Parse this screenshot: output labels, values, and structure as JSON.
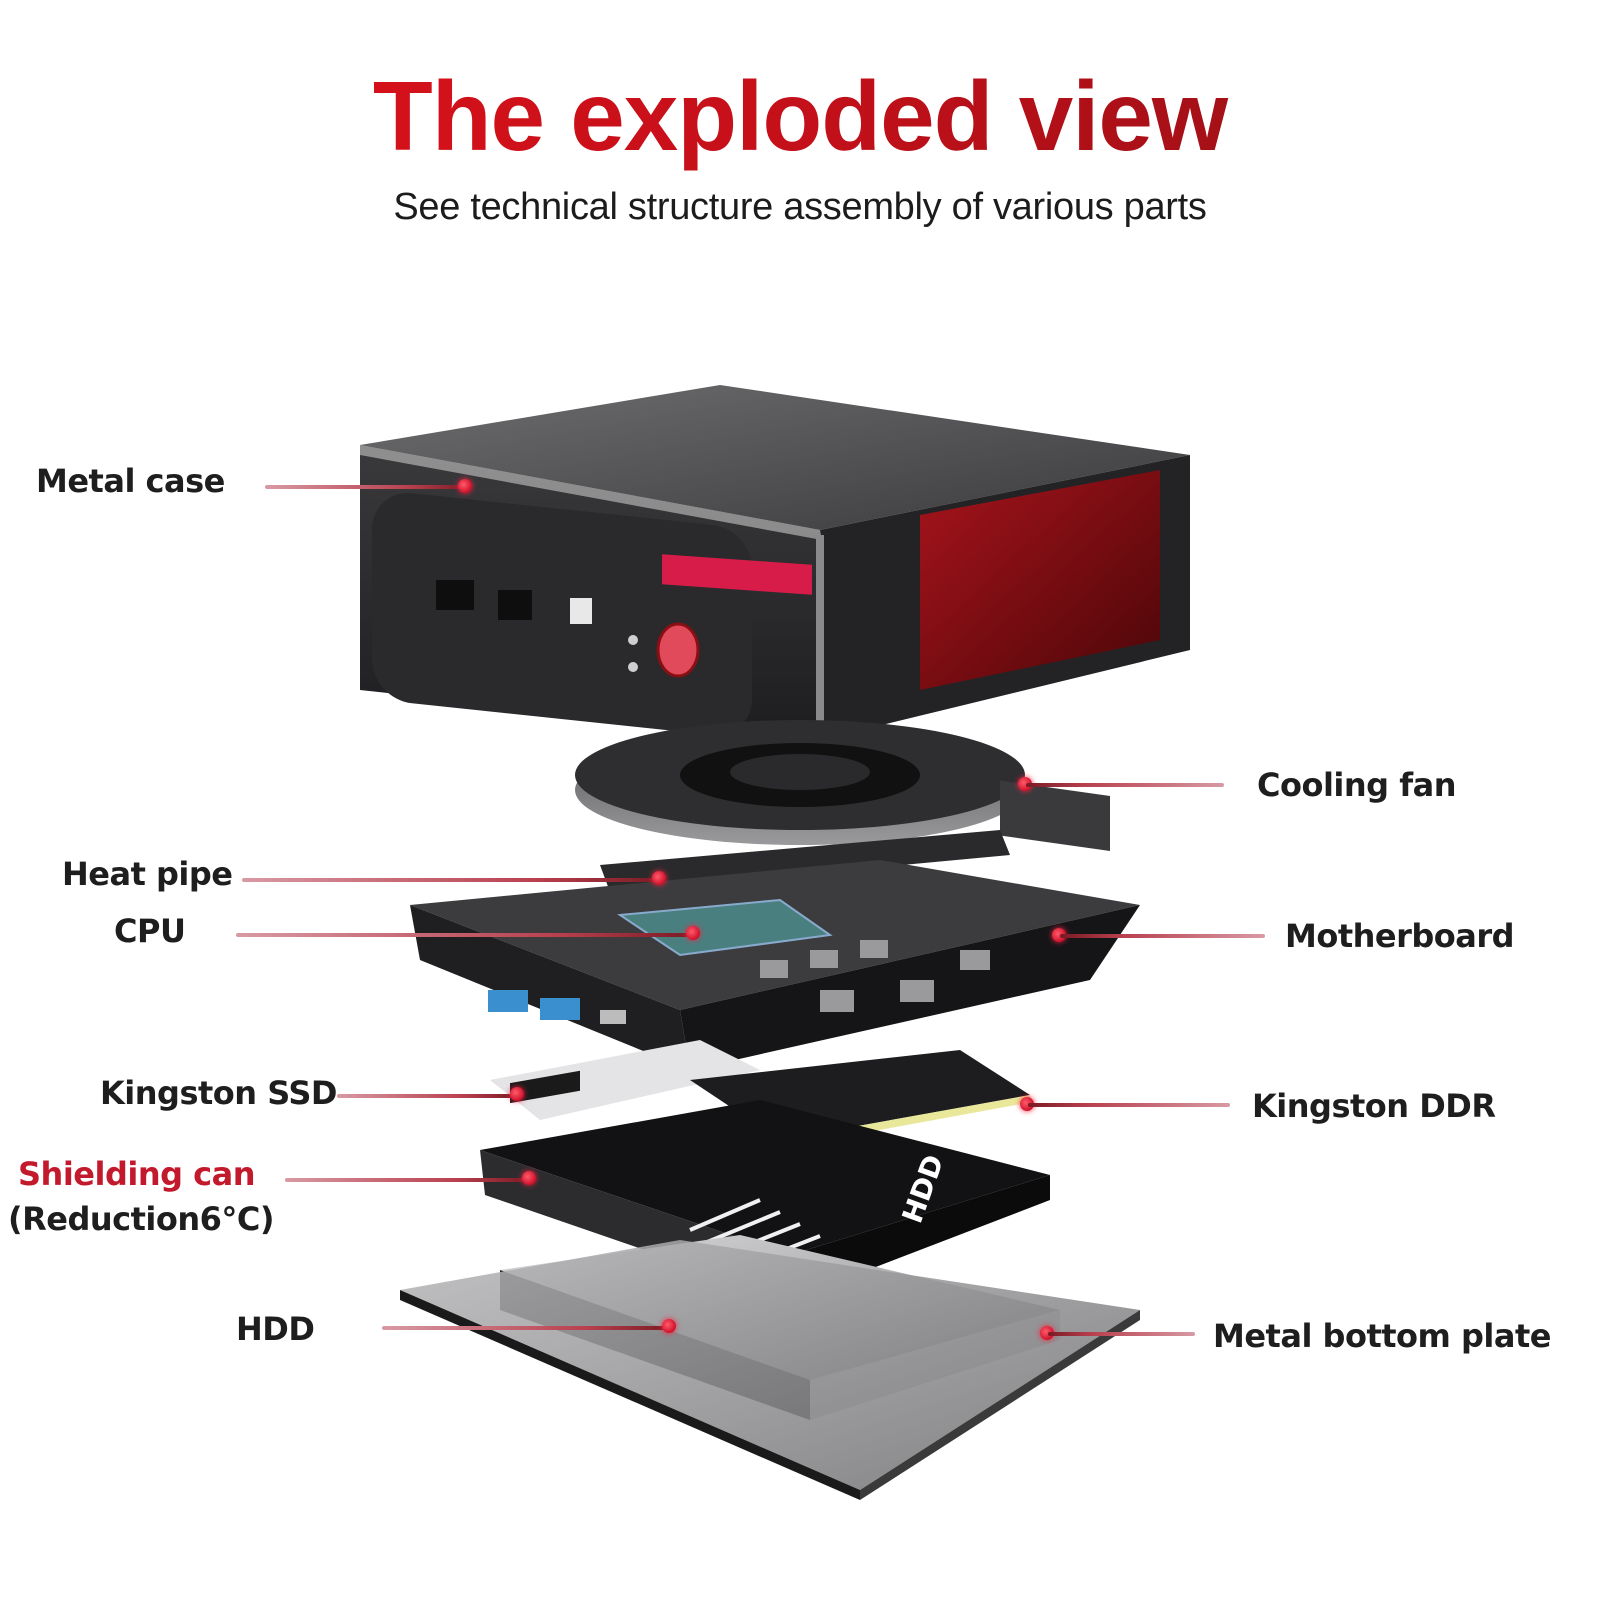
{
  "header": {
    "title": "The exploded view",
    "subtitle": "See technical structure assembly of various parts"
  },
  "colors": {
    "title_red": "#e3121b",
    "title_dark_red": "#8a0f14",
    "label_text": "#1e1e1e",
    "highlight_label": "#c21a2c",
    "leader_line": "#b9404f",
    "callout_dot": "#d0102a"
  },
  "labels": {
    "left": [
      {
        "id": "metal-case",
        "text": "Metal case"
      },
      {
        "id": "heat-pipe",
        "text": "Heat pipe"
      },
      {
        "id": "cpu",
        "text": "CPU"
      },
      {
        "id": "kingston-ssd",
        "text": "Kingston SSD"
      },
      {
        "id": "shielding-can",
        "text": "Shielding can",
        "note": "(Reduction6°C)"
      },
      {
        "id": "hdd",
        "text": "HDD"
      }
    ],
    "right": [
      {
        "id": "cooling-fan",
        "text": "Cooling fan"
      },
      {
        "id": "motherboard",
        "text": "Motherboard"
      },
      {
        "id": "kingston-ddr",
        "text": "Kingston DDR"
      },
      {
        "id": "metal-bottom-plate",
        "text": "Metal bottom plate"
      }
    ]
  },
  "device": {
    "hdd_badge": "HDD"
  }
}
